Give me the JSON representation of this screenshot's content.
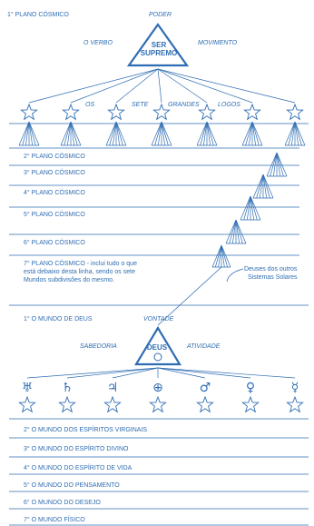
{
  "colors": {
    "ink": "#2f6db3",
    "background": "#ffffff"
  },
  "upper": {
    "first_plane": "1° PLANO CÓSMICO",
    "apex_label": "PODER",
    "left_label": "O VERBO",
    "right_label": "MOVIMENTO",
    "triangle_line1": "SER",
    "triangle_line2": "SUPREMO",
    "logos_words": [
      "OS",
      "SETE",
      "GRANDES",
      "LOGOS"
    ],
    "planes": [
      "2° PLANO CÓSMICO",
      "3° PLANO CÓSMICO",
      "4° PLANO CÓSMICO",
      "5° PLANO CÓSMICO",
      "6° PLANO CÓSMICO"
    ],
    "seventh_plane_lines": [
      "7° PLANO CÓSMICO - inclui tudo o que",
      "está debaixo desta linha, sendo os sete",
      "Mundos subdivisões do mesmo."
    ],
    "other_systems_lines": [
      "Deuses dos outros",
      "Sistemas Solares"
    ]
  },
  "lower": {
    "first_world": "1° O MUNDO DE DEUS",
    "apex_label": "VONTADE",
    "left_label": "SABEDORIA",
    "right_label": "ATIVIDADE",
    "triangle_line1": "DEUS",
    "planet_icons": [
      "uranus-symbol",
      "saturn-symbol",
      "jupiter-symbol",
      "earth-symbol",
      "mars-symbol",
      "venus-symbol",
      "mercury-symbol"
    ],
    "planet_glyphs": [
      "♅",
      "♄",
      "♃",
      "⊕",
      "♂",
      "♀",
      "☿"
    ],
    "worlds": [
      "2° O MUNDO DOS ESPÍRITOS VIRGINAIS",
      "3° O MUNDO DO ESPÍRITO DIVINO",
      "4° O MUNDO DO ESPÍRITO DE VIDA",
      "5° O MUNDO DO PENSAMENTO",
      "6° O MUNDO DO DESEJO",
      "7° O MUNDO FÍSICO"
    ]
  }
}
